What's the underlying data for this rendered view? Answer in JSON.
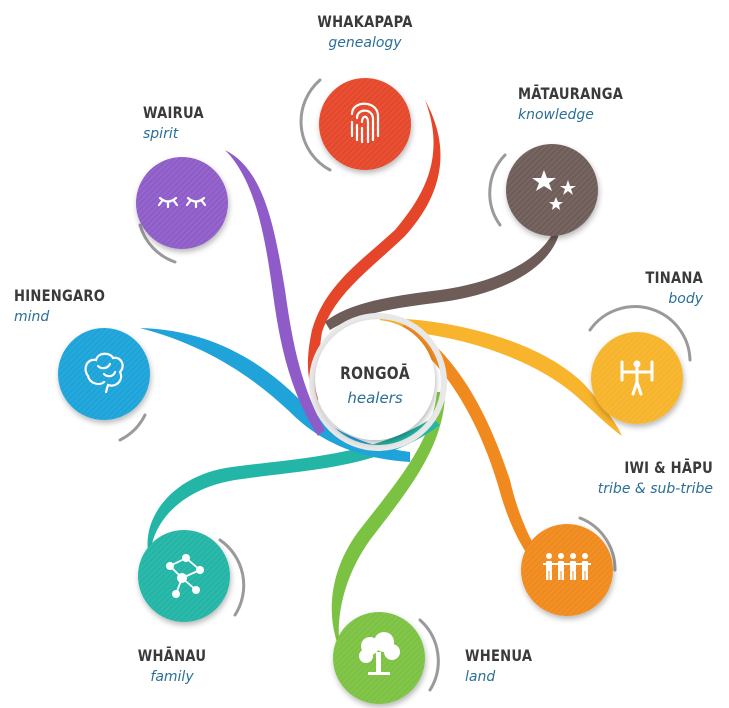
{
  "center": {
    "title": "RONGOĀ",
    "subtitle": "healers"
  },
  "nodes": [
    {
      "key": "whakapapa",
      "title": "WHAKAPAPA",
      "subtitle": "genealogy",
      "color": "#e5462a",
      "icon": "fingerprint-icon"
    },
    {
      "key": "matauranga",
      "title": "MĀTAURANGA",
      "subtitle": "knowledge",
      "color": "#6e5c58",
      "icon": "stars-icon"
    },
    {
      "key": "tinana",
      "title": "TINANA",
      "subtitle": "body",
      "color": "#f7b42c",
      "icon": "person-exercise-icon"
    },
    {
      "key": "iwi-hapu",
      "title": "IWI & HĀPU",
      "subtitle": "tribe & sub-tribe",
      "color": "#f08a1f",
      "icon": "people-group-icon"
    },
    {
      "key": "whenua",
      "title": "WHENUA",
      "subtitle": "land",
      "color": "#7cc242",
      "icon": "tree-icon"
    },
    {
      "key": "whanau",
      "title": "WHĀNAU",
      "subtitle": "family",
      "color": "#23b5a6",
      "icon": "network-icon"
    },
    {
      "key": "hinengaro",
      "title": "HINENGARO",
      "subtitle": "mind",
      "color": "#1fa3d9",
      "icon": "brain-icon"
    },
    {
      "key": "wairua",
      "title": "WAIRUA",
      "subtitle": "spirit",
      "color": "#8e5bc8",
      "icon": "closed-eyes-icon"
    }
  ]
}
